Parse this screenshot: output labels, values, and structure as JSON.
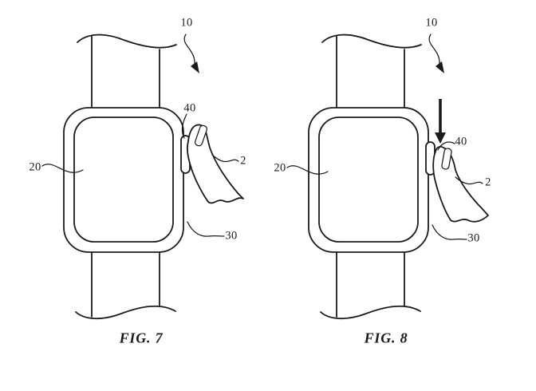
{
  "sheet": {
    "paper_color": "#ffffff",
    "ink_color": "#1b1b1b"
  },
  "figures": [
    {
      "caption": "FIG. 7",
      "refs": {
        "device": "10",
        "display": "20",
        "housing": "30",
        "button": "40",
        "finger": "2"
      }
    },
    {
      "caption": "FIG. 8",
      "refs": {
        "device": "10",
        "display": "20",
        "housing": "30",
        "button": "40",
        "finger": "2"
      }
    }
  ]
}
